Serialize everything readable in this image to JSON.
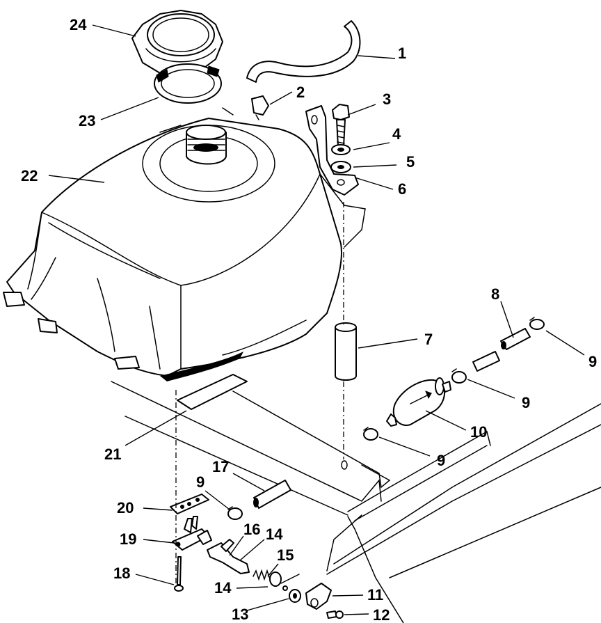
{
  "diagram": {
    "callouts": [
      {
        "id": "1",
        "label": "1"
      },
      {
        "id": "2",
        "label": "2"
      },
      {
        "id": "3",
        "label": "3"
      },
      {
        "id": "4",
        "label": "4"
      },
      {
        "id": "5",
        "label": "5"
      },
      {
        "id": "6",
        "label": "6"
      },
      {
        "id": "7",
        "label": "7"
      },
      {
        "id": "8",
        "label": "8"
      },
      {
        "id": "9a",
        "label": "9"
      },
      {
        "id": "9b",
        "label": "9"
      },
      {
        "id": "9c",
        "label": "9"
      },
      {
        "id": "9d",
        "label": "9"
      },
      {
        "id": "10",
        "label": "10"
      },
      {
        "id": "11",
        "label": "11"
      },
      {
        "id": "12",
        "label": "12"
      },
      {
        "id": "13",
        "label": "13"
      },
      {
        "id": "14a",
        "label": "14"
      },
      {
        "id": "14b",
        "label": "14"
      },
      {
        "id": "15",
        "label": "15"
      },
      {
        "id": "16",
        "label": "16"
      },
      {
        "id": "17",
        "label": "17"
      },
      {
        "id": "18",
        "label": "18"
      },
      {
        "id": "19",
        "label": "19"
      },
      {
        "id": "20",
        "label": "20"
      },
      {
        "id": "21",
        "label": "21"
      },
      {
        "id": "22",
        "label": "22"
      },
      {
        "id": "23",
        "label": "23"
      },
      {
        "id": "24",
        "label": "24"
      }
    ]
  }
}
